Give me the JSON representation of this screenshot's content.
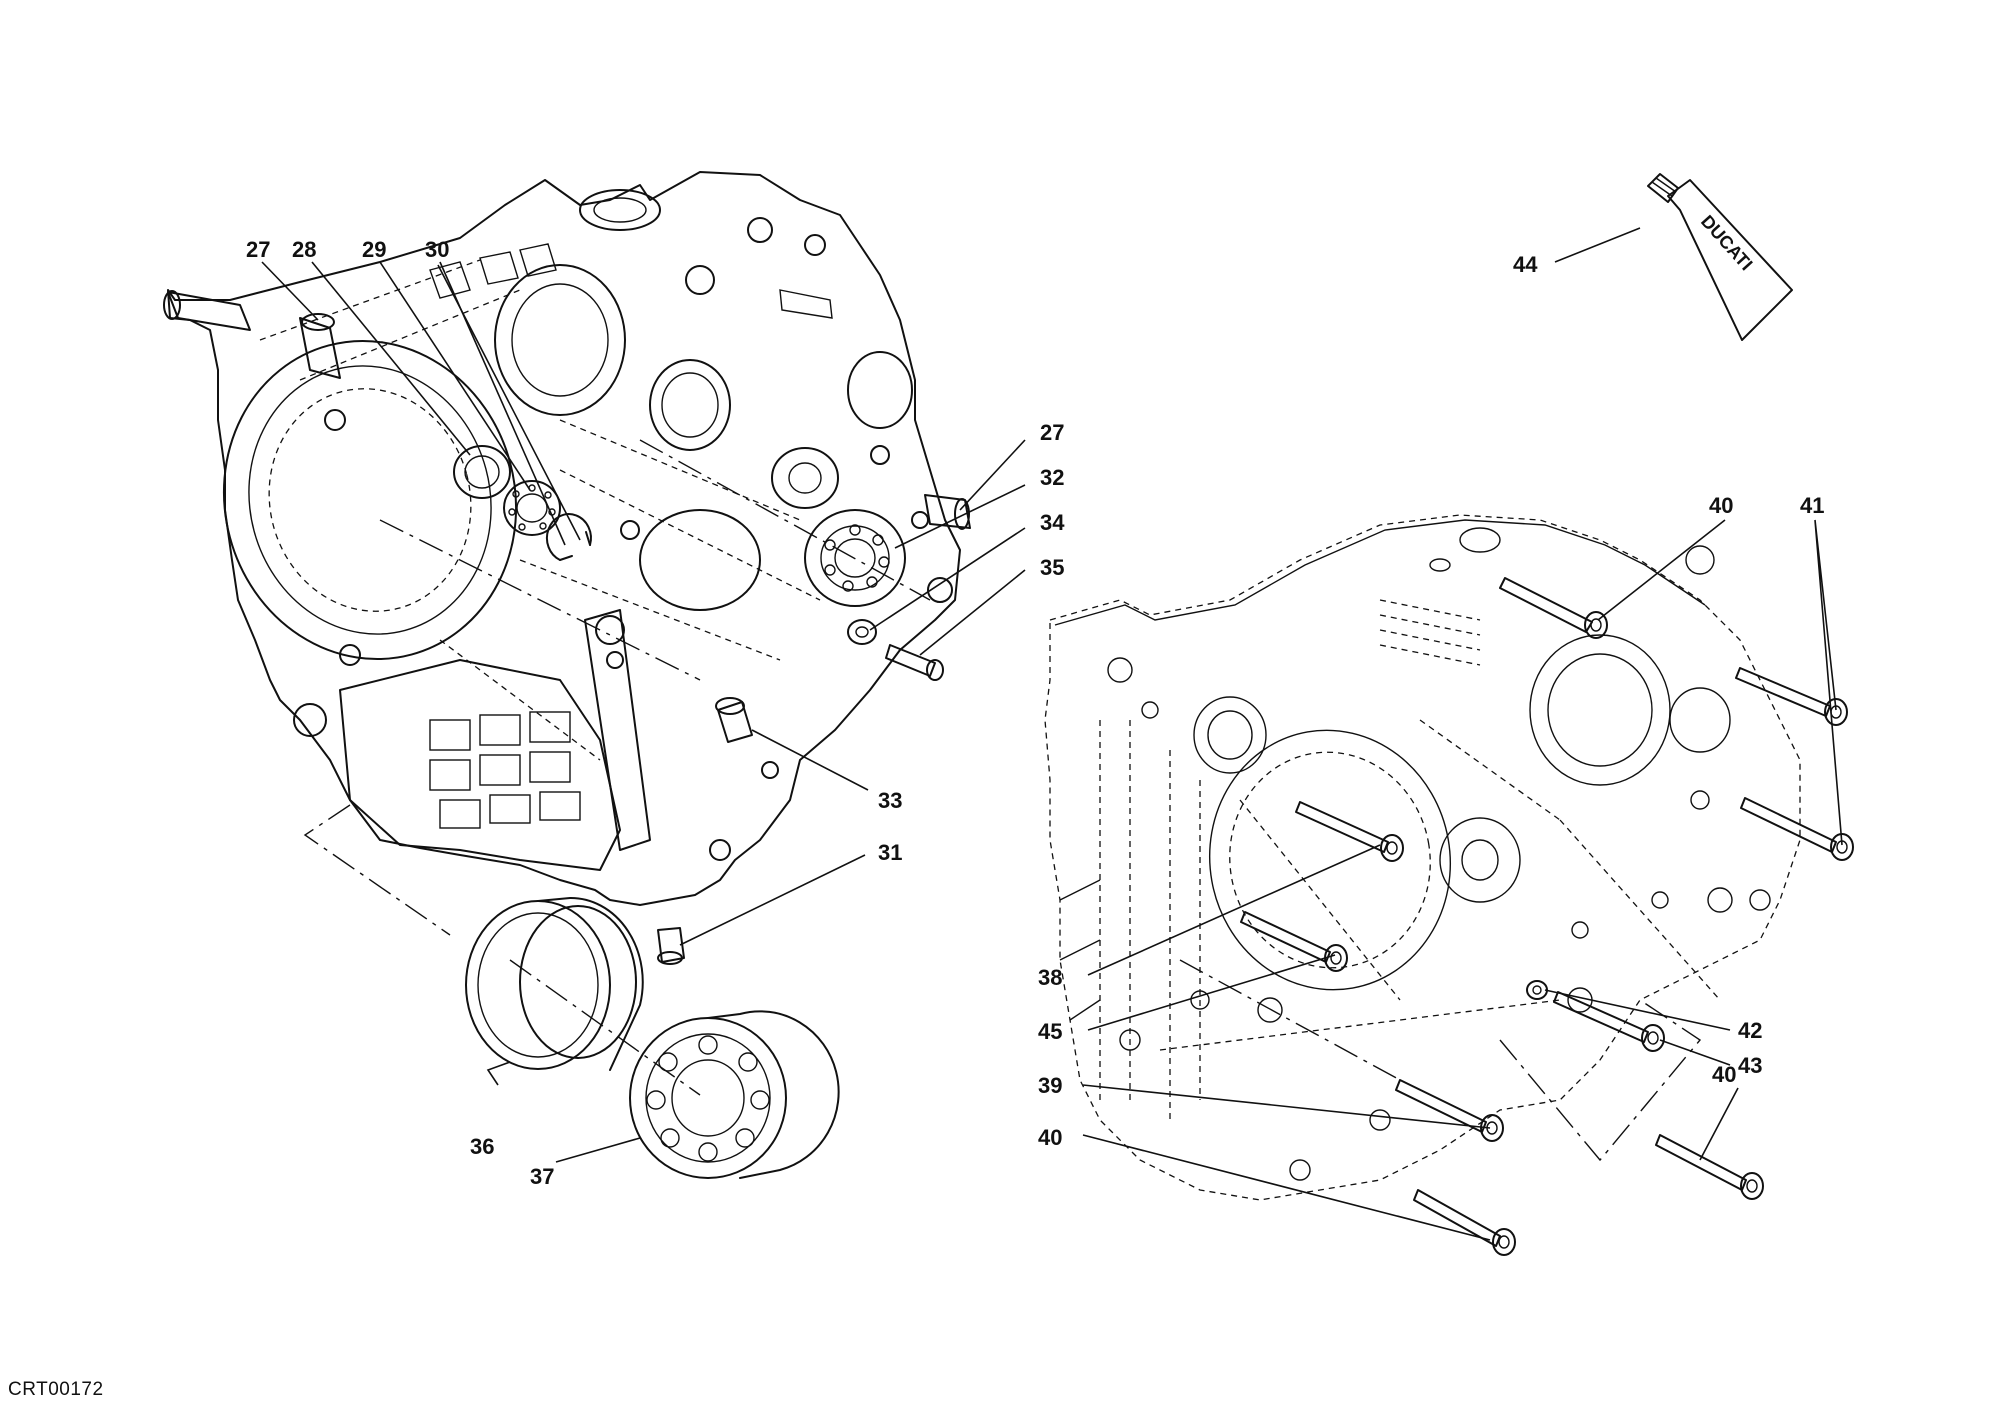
{
  "drawing_code": "CRT00172",
  "tube_brand": "DUCATI",
  "callouts": {
    "c27a": "27",
    "c28": "28",
    "c29": "29",
    "c30": "30",
    "c27b": "27",
    "c32": "32",
    "c34": "34",
    "c35": "35",
    "c33": "33",
    "c31": "31",
    "c36": "36",
    "c37": "37",
    "c44": "44",
    "c40a": "40",
    "c41": "41",
    "c38": "38",
    "c45": "45",
    "c39": "39",
    "c40b": "40",
    "c42": "42",
    "c43": "43",
    "c40c": "40"
  }
}
